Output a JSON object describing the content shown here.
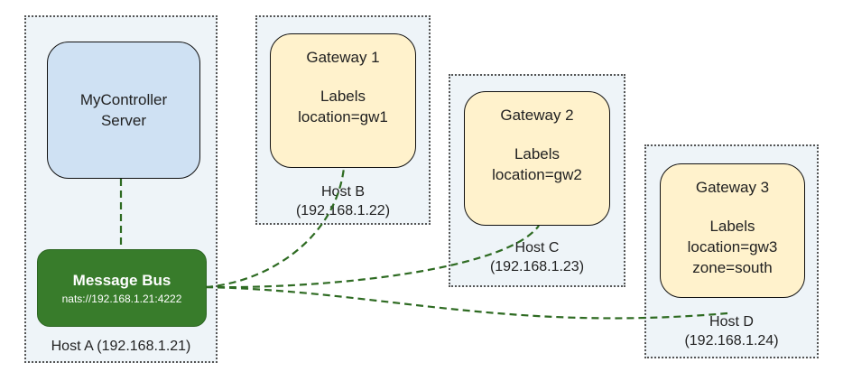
{
  "hosts": {
    "a": {
      "label": "Host A (192.168.1.21)"
    },
    "b": {
      "label_line1": "Host B",
      "label_line2": "(192.168.1.22)"
    },
    "c": {
      "label_line1": "Host C",
      "label_line2": "(192.168.1.23)"
    },
    "d": {
      "label_line1": "Host D",
      "label_line2": "(192.168.1.24)"
    }
  },
  "server": {
    "line1": "MyController",
    "line2": "Server"
  },
  "bus": {
    "title": "Message Bus",
    "url": "nats://192.168.1.21:4222"
  },
  "gateways": [
    {
      "name": "Gateway 1",
      "labels_heading": "Labels",
      "labels": [
        "location=gw1"
      ]
    },
    {
      "name": "Gateway 2",
      "labels_heading": "Labels",
      "labels": [
        "location=gw2"
      ]
    },
    {
      "name": "Gateway 3",
      "labels_heading": "Labels",
      "labels": [
        "location=gw3",
        "zone=south"
      ]
    }
  ],
  "colors": {
    "host_background": "#eef4f8",
    "server_fill": "#cfe1f3",
    "gateway_fill": "#fff2cc",
    "bus_fill": "#387c2b",
    "link_stroke": "#2e6b22"
  }
}
